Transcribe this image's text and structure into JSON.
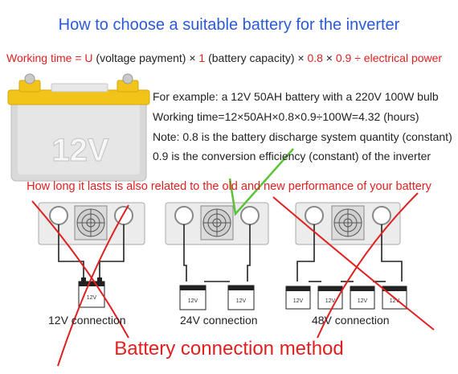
{
  "title": "How to choose a suitable battery for the inverter",
  "formula": {
    "p1": "Working time = ",
    "u": "U",
    "p2": " (voltage payment) × ",
    "one": "1",
    "p3": " (battery capacity) × ",
    "k1": "0.8",
    "p4": " × ",
    "k2": "0.9",
    "p5": " ÷ electrical power"
  },
  "battery_label": "12V",
  "example": {
    "line1": "For example: a 12V 50AH battery with a 220V 100W bulb",
    "line2": "Working time=12×50AH×0.8×0.9÷100W=4.32 (hours)",
    "line3": "Note: 0.8 is the battery discharge system quantity (constant)",
    "line4": "0.9 is the conversion efficiency (constant) of the inverter"
  },
  "warning": "How long it lasts is also related to the old and new performance of your battery",
  "connections": {
    "c12": "12V connection",
    "c24": "24V connection",
    "c48": "48V connection",
    "small_label": "12V"
  },
  "method": "Battery connection method",
  "colors": {
    "title": "#2a5bd7",
    "accent": "#e02020",
    "check": "#5cc23a",
    "battery_top": "#f2c318"
  }
}
